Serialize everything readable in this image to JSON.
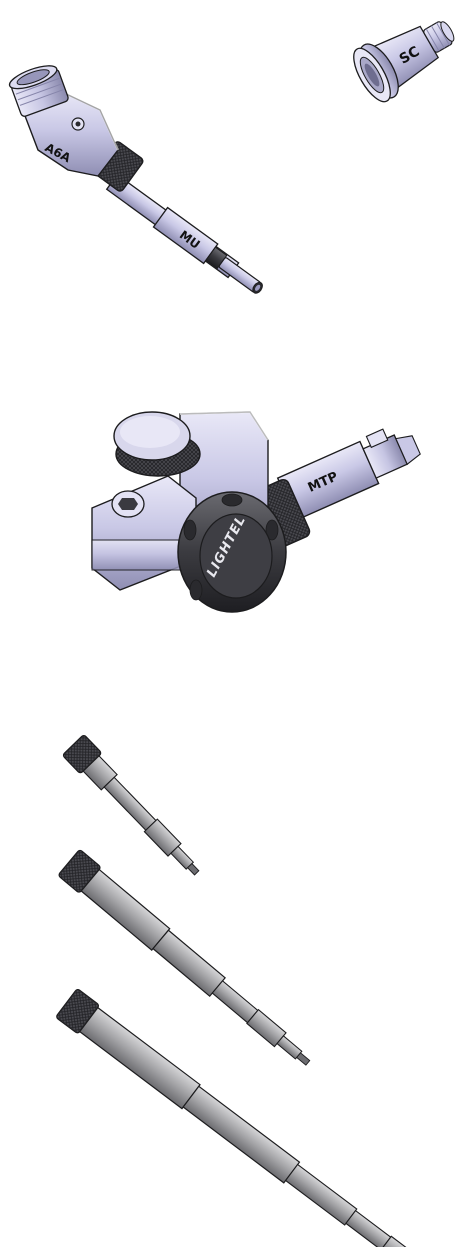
{
  "labels": {
    "a6a": "A6A",
    "mu": "MU",
    "sc": "SC",
    "mtp": "MTP",
    "brand": "LIGHTEL"
  },
  "colors": {
    "background": "#ffffff",
    "lavender_metal": "#c9c8e6",
    "knurled_dark": "#3b3b40",
    "gray_metal": "#a3a3a6",
    "outline": "#1c1c1e"
  },
  "icons": {
    "adapter_a6a_mu": "angled-a6a-mu-adapter-illustration",
    "adapter_sc": "sc-adapter-tip-illustration",
    "adapter_mtp": "mtp-adapter-with-lightel-knob-illustration",
    "probe_tips": "probe-tip-rod-illustration"
  }
}
